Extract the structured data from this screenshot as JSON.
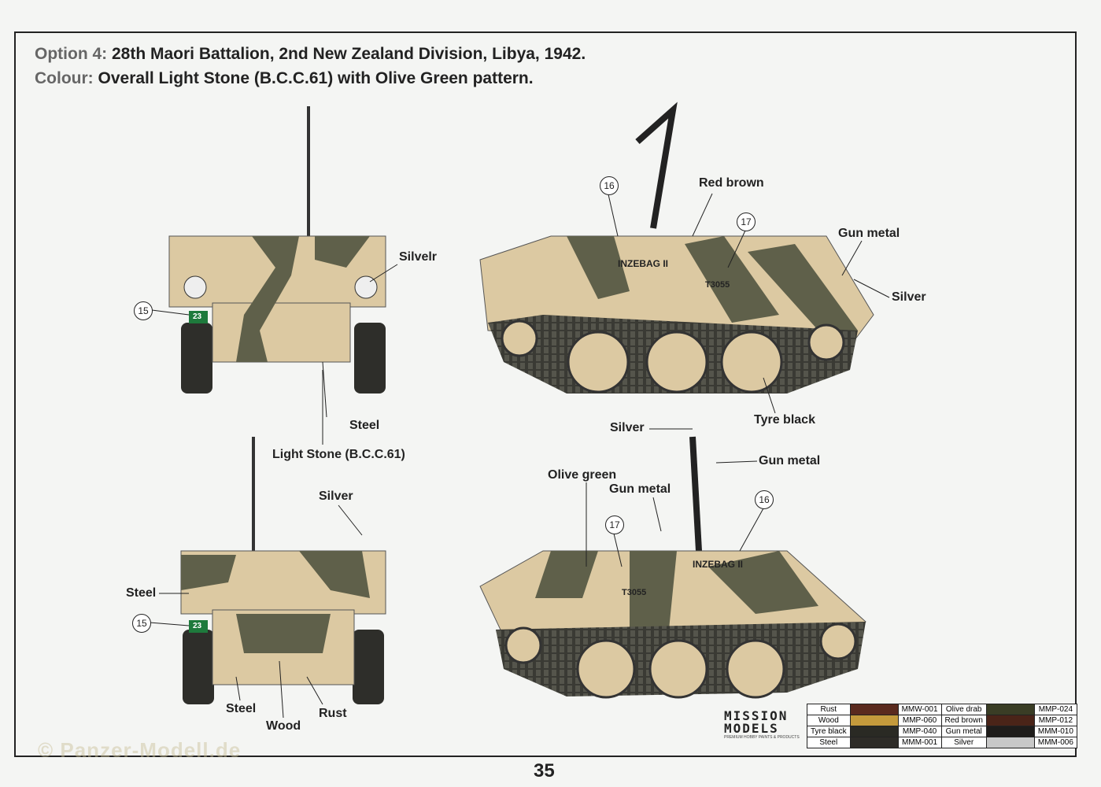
{
  "header": {
    "option_label": "Option 4:",
    "option_text": "28th Maori Battalion, 2nd New Zealand Division, Libya, 1942.",
    "colour_label": "Colour:",
    "colour_text": "Overall Light Stone (B.C.C.61) with Olive Green pattern."
  },
  "labels": [
    "Silvelr",
    "Steel",
    "Light Stone (B.C.C.61)",
    "Red brown",
    "Gun metal",
    "Silver",
    "Tyre black",
    "Silver",
    "Gun metal",
    "Olive green",
    "Gun metal",
    "Silver",
    "Steel",
    "Steel",
    "Wood",
    "Rust"
  ],
  "callouts": [
    "15",
    "16",
    "17",
    "17",
    "16",
    "15"
  ],
  "markings": {
    "name_top": "INZEBAG II",
    "serial_top": "T3055",
    "name_bottom": "INZEBAG II",
    "serial_bottom": "T3055",
    "unit_top": "23",
    "unit_bottom": "23"
  },
  "paint_table": [
    {
      "name": "Rust",
      "color": "#5a2a1e",
      "code": "MMW-001",
      "name2": "Olive drab",
      "color2": "#3a3d25",
      "code2": "MMP-024"
    },
    {
      "name": "Wood",
      "color": "#c49a3c",
      "code": "MMP-060",
      "name2": "Red brown",
      "color2": "#4a2418",
      "code2": "MMP-012"
    },
    {
      "name": "Tyre black",
      "color": "#2a2a24",
      "code": "MMP-040",
      "name2": "Gun metal",
      "color2": "#1e1c1a",
      "code2": "MMM-010"
    },
    {
      "name": "Steel",
      "color": "#2e2c28",
      "code": "MMM-001",
      "name2": "Silver",
      "color2": "#c8c8c8",
      "code2": "MMM-006"
    }
  ],
  "logo": {
    "line1": "MISSION",
    "line2": "MODELS",
    "tagline": "PREMIUM HOBBY PAINTS & PRODUCTS"
  },
  "watermark": "© Panzer-Modell.de",
  "page_number": "35",
  "colors": {
    "light_stone": "#dcc9a2",
    "olive_green": "#5f604a",
    "track": "#3a3a34"
  }
}
